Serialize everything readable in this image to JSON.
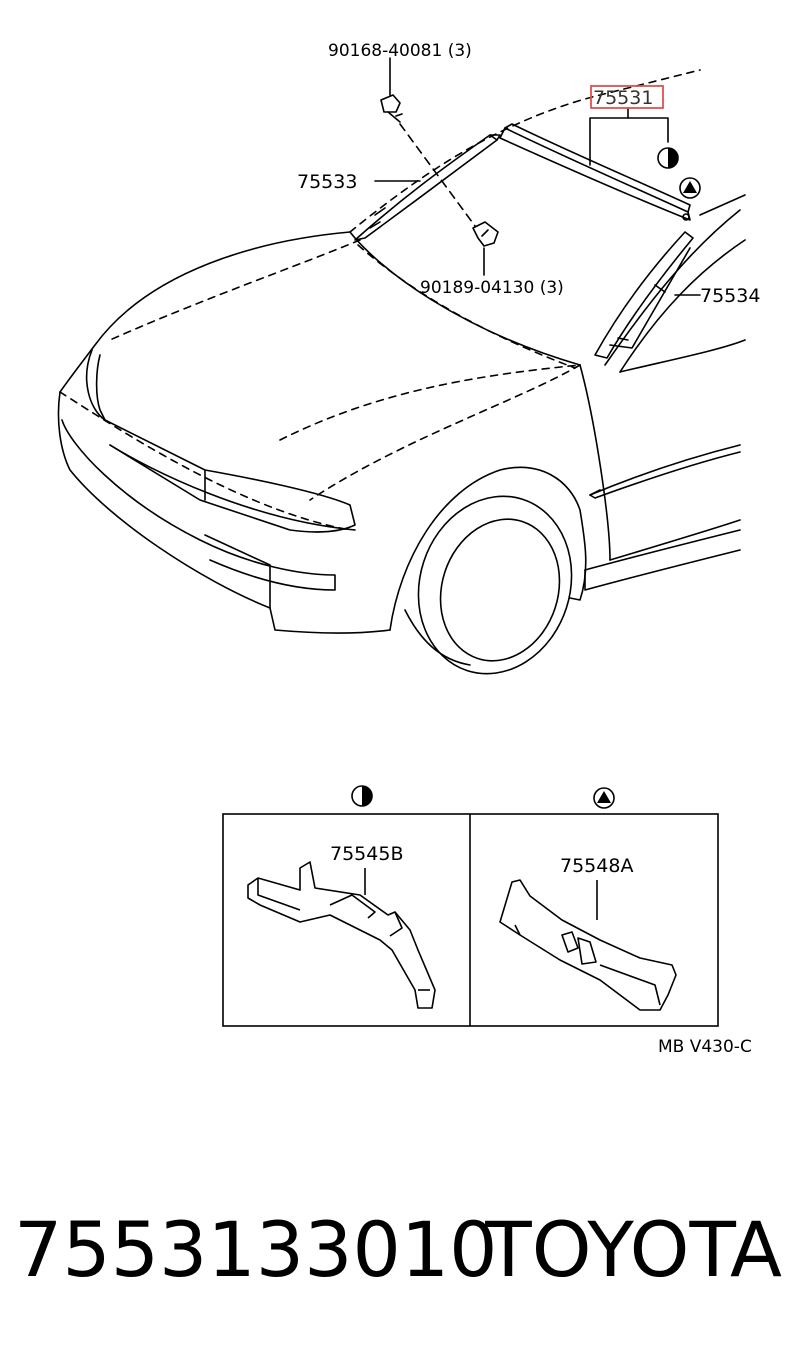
{
  "callouts": {
    "bolt": "90168-40081 (3)",
    "clip": "90189-04130 (3)",
    "highlighted": "75531",
    "left_moulding": "75533",
    "right_moulding": "75534"
  },
  "detail_left": {
    "part": "75545B",
    "symbol": "half-circle"
  },
  "detail_right": {
    "part": "75548A",
    "symbol": "triangle-circle"
  },
  "drawing_ref": "MB V430-C",
  "highlight_color": "#e05050",
  "footer": {
    "part_number": "7553133010",
    "brand": "TOYOTA"
  }
}
